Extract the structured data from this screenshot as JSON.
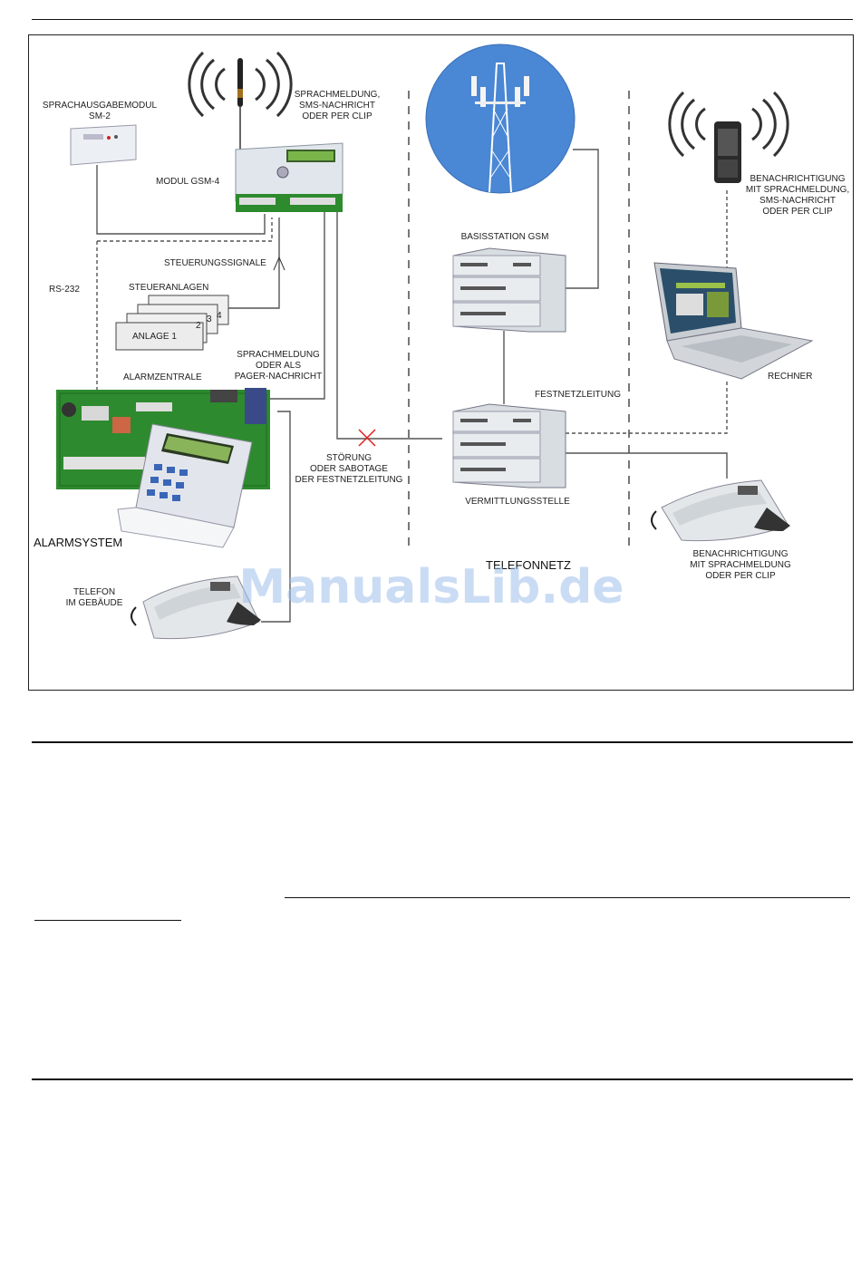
{
  "labels": {
    "speech_module": [
      "SPRACHAUSGABEMODUL",
      "SM-2"
    ],
    "gsm_module": "MODUL GSM-4",
    "sms_note": [
      "SPRACHMELDUNG,",
      "SMS-NACHRICHT",
      "ODER PER CLIP"
    ],
    "control_signals": "STEUERUNGSSIGNALE",
    "rs232": "RS-232",
    "controlled_units": "STEUERANLAGEN",
    "unit1": "ANLAGE 1",
    "unit_numbers": [
      "2",
      "3",
      "4"
    ],
    "alarm_panel": "ALARMZENTRALE",
    "pager_note": [
      "SPRACHMELDUNG",
      "ODER ALS",
      "PAGER-NACHRICHT"
    ],
    "alarm_system": "ALARMSYSTEM",
    "fault_note": [
      "STÖRUNG",
      "ODER SABOTAGE",
      "DER FESTNETZLEITUNG"
    ],
    "building_phone": [
      "TELEFON",
      "IM GEBÄUDE"
    ],
    "gsm_base": "BASISSTATION GSM",
    "landline": "FESTNETZLEITUNG",
    "exchange": "VERMITTLUNGSSTELLE",
    "telephone_network": "TELEFONNETZ",
    "mobile_note": [
      "BENACHRICHTIGUNG",
      "MIT SPRACHMELDUNG,",
      "SMS-NACHRICHT",
      "ODER PER CLIP"
    ],
    "computer": "RECHNER",
    "phone_note": [
      "BENACHRICHTIGUNG",
      "MIT SPRACHMELDUNG",
      "ODER PER CLIP"
    ]
  },
  "watermark": "ManualsLib.de",
  "colors": {
    "sky": "#4a87d4",
    "pcb": "#2e8a2e",
    "watermark": "#9fc0ec",
    "fault_mark": "#e02020"
  }
}
